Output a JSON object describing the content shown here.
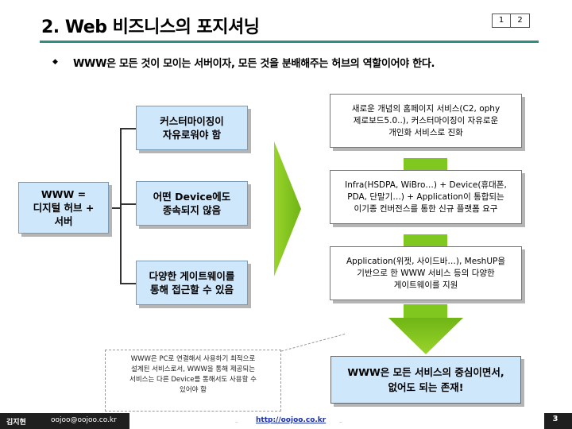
{
  "title": "2. Web 비즈니스의 포지셔닝",
  "page_tabs": [
    "1",
    "2"
  ],
  "headline": "WWW은 모든 것이 모이는 서버이자, 모든 것을 분배해주는 허브의 역할이어야 한다.",
  "root": {
    "line1": "WWW =",
    "line2": "디지털 허브 +",
    "line3": "서버"
  },
  "branches": [
    {
      "line1": "커스터마이징이",
      "line2": "자유로워야 함"
    },
    {
      "line1": "어떤 Device에도",
      "line2": "종속되지 않음"
    },
    {
      "line1": "다양한 게이트웨이를",
      "line2": "통해 접근할 수 있음"
    }
  ],
  "right_boxes": [
    {
      "line1": "새로운 개념의 홈페이지 서비스(C2, ophy",
      "line2": "제로보드5.0..), 커스터마이징이 자유로운",
      "line3": "개인화 서비스로 진화"
    },
    {
      "line1": "Infra(HSDPA, WiBro…) + Device(휴대폰,",
      "line2": "PDA, 단말기…) + Application이 통합되는",
      "line3": "이기종 컨버전스를 통한 신규 플랫폼 요구"
    },
    {
      "line1": "Application(위젯, 사이드바…), MeshUP을",
      "line2": "기반으로 한 WWW 서비스 등의 다양한",
      "line3": "게이트웨이를 지원"
    }
  ],
  "result": {
    "line1": "WWW은 모든 서비스의 중심이면서,",
    "line2": "없어도 되는 존재!"
  },
  "note": {
    "line1": "WWW은 PC로 연결해서 사용하기 최적으로",
    "line2": "설계된 서비스로서, WWW을 통해 제공되는",
    "line3": "서비스는 다른 Device를 통해서도 사용할 수",
    "line4": "있어야 함"
  },
  "footer": {
    "author": "김지현",
    "email": "oojoo@oojoo.co.kr",
    "url": "http://oojoo.co.kr",
    "page_number": "3"
  },
  "colors": {
    "title_rule": "#2f8f82",
    "box_fill": "#cfe7fb",
    "arrow_green": "#80c820",
    "footer_bg": "#1f1f1f",
    "link": "#1a2fa8"
  }
}
